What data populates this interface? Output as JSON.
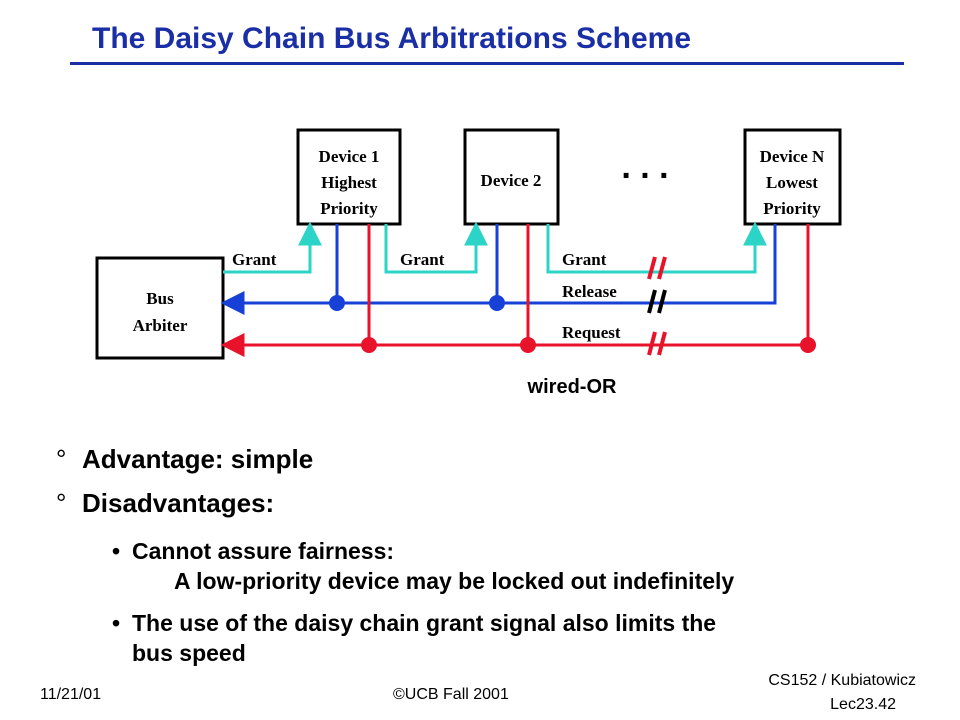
{
  "title": "The Daisy Chain Bus Arbitrations Scheme",
  "diagram": {
    "arbiter": [
      "Bus",
      "Arbiter"
    ],
    "device1": [
      "Device 1",
      "Highest",
      "Priority"
    ],
    "device2": [
      "Device 2"
    ],
    "deviceN": [
      "Device N",
      "Lowest",
      "Priority"
    ],
    "ellipsis": ". . .",
    "grant_label": "Grant",
    "release_label": "Release",
    "request_label": "Request",
    "wired_or": "wired-OR",
    "colors": {
      "grant": "#2bd4c6",
      "release": "#1640d6",
      "request": "#e8122b",
      "node_blue": "#1640d6",
      "node_red": "#e8122b"
    }
  },
  "bullets": {
    "marker": "°",
    "advantage": "Advantage: simple",
    "disadvantages": "Disadvantages:",
    "sub_marker": "•",
    "sub1_line1": "Cannot assure fairness:",
    "sub1_line2": "A low-priority device may be locked out indefinitely",
    "sub2_line1": "The use of the daisy chain grant signal also limits the",
    "sub2_line2": "bus speed"
  },
  "footer": {
    "date": "11/21/01",
    "copyright": "©UCB Fall 2001",
    "course": "CS152 / Kubiatowicz",
    "lecture": "Lec23.42"
  },
  "colors": {
    "title": "#1a2fa6"
  }
}
